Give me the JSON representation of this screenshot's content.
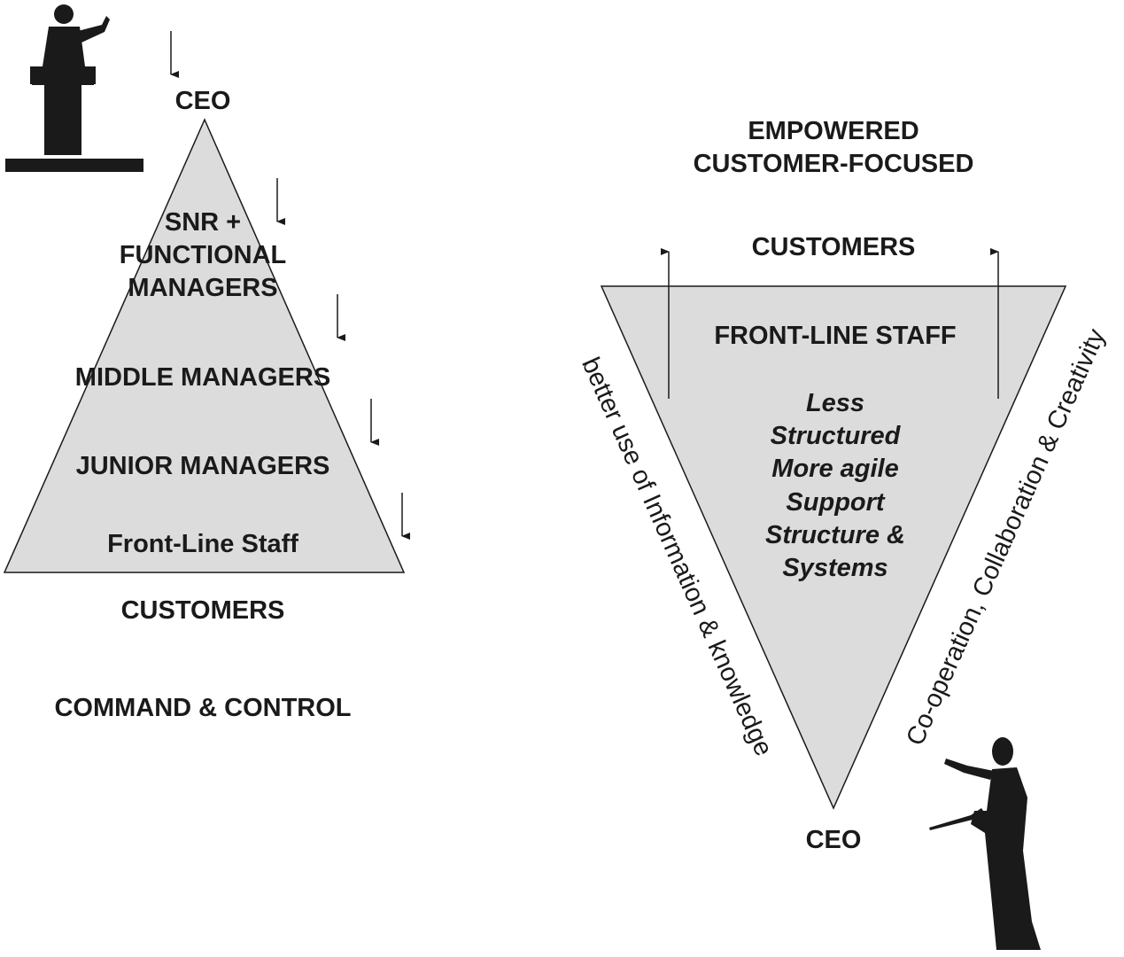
{
  "left": {
    "ceo": "CEO",
    "levels": [
      "SNR +",
      "FUNCTIONAL",
      "MANAGERS"
    ],
    "middle": "MIDDLE MANAGERS",
    "junior": "JUNIOR MANAGERS",
    "frontline": "Front-Line Staff",
    "customers": "CUSTOMERS",
    "caption": "COMMAND & CONTROL"
  },
  "right": {
    "heading": [
      "EMPOWERED",
      "CUSTOMER-FOCUSED"
    ],
    "customers": "CUSTOMERS",
    "frontline": "FRONT-LINE STAFF",
    "traits": [
      "Less",
      "Structured",
      "More agile",
      "Support",
      "Structure &",
      "Systems"
    ],
    "left_side": "better use of Information & knowledge",
    "right_side": "Co-operation, Collaboration & Creativity",
    "ceo": "CEO"
  },
  "colors": {
    "fill": "#dcdcdc",
    "ink": "#1a1a1a"
  }
}
